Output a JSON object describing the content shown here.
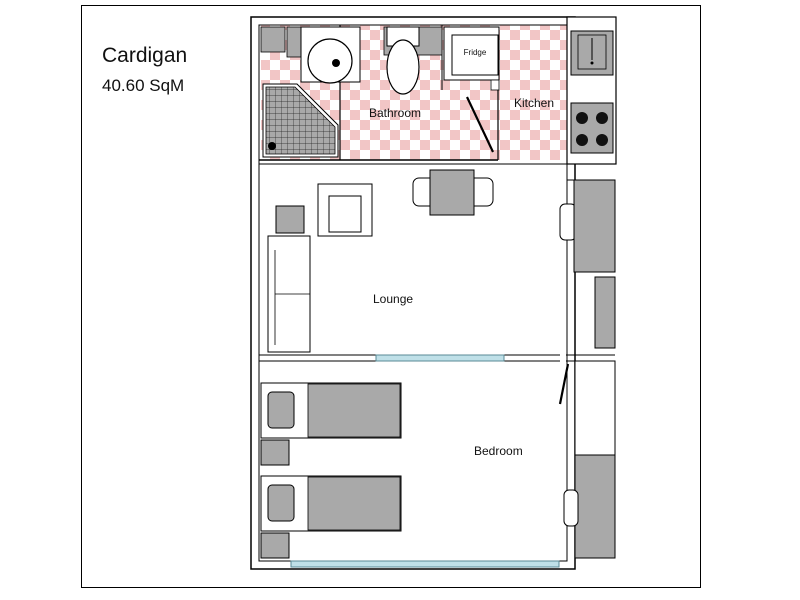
{
  "plan": {
    "name": "Cardigan",
    "area": "40.60 SqM"
  },
  "rooms": {
    "fridge": "Fridge",
    "bathroom": "Bathroom",
    "kitchen": "Kitchen",
    "lounge": "Lounge",
    "bedroom": "Bedroom"
  },
  "colors": {
    "tile_pink": "#f2c6c6",
    "furniture_gray": "#a9a9a9",
    "wall": "#000000",
    "window_glass": "#bfe0e8"
  }
}
